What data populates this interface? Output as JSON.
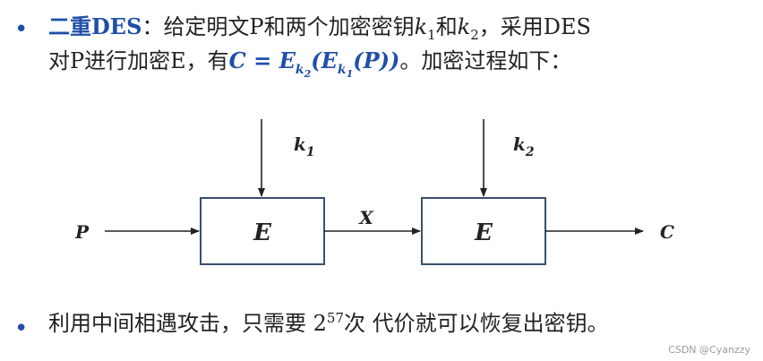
{
  "intro": {
    "bullet": "•",
    "term": "二重DES",
    "colon": "：",
    "text1a": "给定明文P和两个加密密钥",
    "k1": "k",
    "k1_sub": "1",
    "and": "和",
    "k2": "k",
    "k2_sub": "2",
    "text1b": "，采用DES",
    "text2a": "对P进行加密E，有",
    "formula": "C = E",
    "formula_sub1": "k",
    "formula_sub1_sub": "2",
    "formula_mid": "(E",
    "formula_sub2": "k",
    "formula_sub2_sub": "1",
    "formula_end": "(P))",
    "text2b": "。加密过程如下："
  },
  "diagram": {
    "input_label": "P",
    "key1_label": "k",
    "key1_sub": "1",
    "box1_label": "E",
    "mid_label": "X",
    "key2_label": "k",
    "key2_sub": "2",
    "box2_label": "E",
    "output_label": "C",
    "box_border_color": "#3a4f6e"
  },
  "note": {
    "bullet": "•",
    "text_a": "利用中间相遇攻击，只需要 2",
    "exp": "57",
    "text_b": "次 代价就可以恢复出密钥。"
  },
  "watermark": "CSDN @Cyanzzy"
}
